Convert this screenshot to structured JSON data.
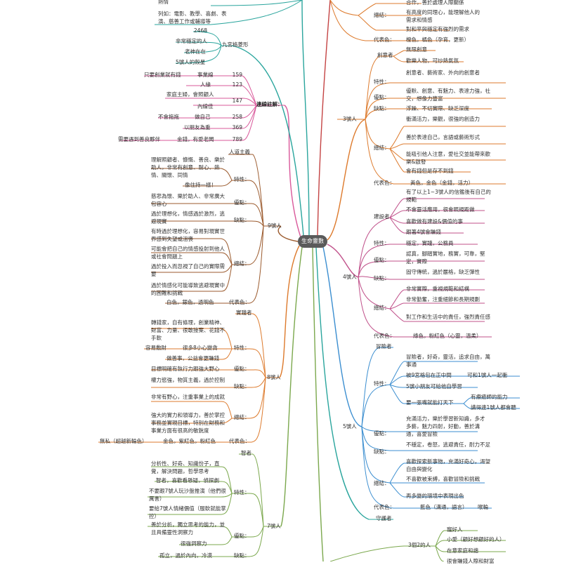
{
  "center": "生命靈數",
  "colors": {
    "teal": "#2aa59d",
    "pink": "#d9589a",
    "brown": "#9b5a2d",
    "orange": "#dd7a2c",
    "green": "#7ba84d",
    "red": "#c44343",
    "magenta": "#c0508a",
    "blue": "#3b8ed0",
    "gray": "#888888"
  },
  "left": {
    "top_texts": {
      "t1": "熱情",
      "t2": "列如：電影、教學、喜劇、表演、慈善工作或輔導等"
    },
    "grid": {
      "label": "九宮格菱形",
      "items": [
        "2468",
        "非常穩定的人",
        "老神在在",
        "5號人的殼星"
      ]
    },
    "notes": {
      "label": "連線註解：",
      "items": [
        {
          "num": "159",
          "name": "事業線",
          "note": "只要創業就有錢"
        },
        {
          "num": "123",
          "name": "人緣",
          "note": ""
        },
        {
          "num": "147",
          "name": "內線佳",
          "note": "家庭主婦，會照顧人"
        },
        {
          "num": "258",
          "name": "做自己",
          "note": "不會拖拖"
        },
        {
          "num": "369",
          "name": "以朋友為重",
          "note": ""
        },
        {
          "num": "789",
          "name": "金錢，有愛老闆",
          "note": "需要遇到善良夥伴"
        }
      ]
    },
    "n9": {
      "label": "9號人",
      "type": "人道主義",
      "trait_label": "特性：",
      "traits": [
        "理解照顧者、慷慨、善良、樂於助人，非常有創意、耐心、熱情、關懷、同情",
        "像住持一樣！"
      ],
      "adv_label": "優點：",
      "adv": [
        "慈悲為懷、樂於助人、非常廣大包容心"
      ],
      "dis_label": "缺點：",
      "dis": [
        "過於理想化，情感過於激烈，逃避現實"
      ],
      "sum_label": "總結：",
      "sum": [
        "有時過於理想化，容易對現實世界感到失望或沮喪",
        "可能會把自己的情感投射到他人或社會問題上",
        "過於投入而忽視了自己的實際需要",
        "過於情感化可能導致逃避現實中的困難和挑戰"
      ],
      "color_label": "代表色：",
      "color_value": "白色，銀色，透明色"
    },
    "n8": {
      "label": "8號人",
      "type": "實踐者",
      "trait_label": "特性：",
      "traits": [
        "轉錢家，自有條理，創業精神、財富、力量、很敢接案、花錢不手軟",
        "很多8小心變貪",
        "容易敷財",
        "做善事，公益會更賺錢"
      ],
      "adv_label": "優點：",
      "adv": [
        "目標明確有執行力跟強大野心"
      ],
      "dis_label": "缺點：",
      "dis": [
        "權力慾強，物質主義，過於控制"
      ],
      "sum_label": "總結：",
      "sum": [
        "非常有野心，注重事業上的成就",
        "強大的實力和領導力，善於掌控事務並實現目標，特別在財務和事業方面有很高的敏銳度"
      ],
      "color_label": "代表色：",
      "color_value": "金色，紫紅色，粉紅色",
      "color_note": "無私（超越新輪色）"
    },
    "n7": {
      "label": "7號人",
      "type": "智者",
      "trait_label": "特性：",
      "traits": [
        "分析性、好奇、知識份子，直覺，解決問題，哲學思考",
        "智者，喜歡看懸疑，偵探劇",
        "不要跟7號人玩沙盤推演（他們很厲害）",
        "要給7號人情緒價值（服軟就能掌控）"
      ],
      "adv_label": "優點：",
      "adv": [
        "善於分析，獨立思考的能力，並且具備靈性洞察力",
        "很強洞察力"
      ],
      "dis_label": "缺點：",
      "dis": [
        "孤立，過於內向，冷漠"
      ]
    }
  },
  "right": {
    "top": {
      "items": [
        "合作，善於處理人際關係",
        "有高度的同理心，能理解他人的需求和情感",
        "對和平與穩定有強烈的需求"
      ],
      "sum_label": "總結：",
      "color_label": "代表色：",
      "color_value": "橙色，橘色（孕育，更新）"
    },
    "n3": {
      "label": "3號人",
      "type": "創意者",
      "type_items": [
        "無限創意",
        "歡樂人物，可炒熱氣氛"
      ],
      "trait_label": "特性：",
      "traits": [
        "創意者、藝術家、外向的創意者"
      ],
      "adv_label": "優點：",
      "adv": [
        "優默、創意、有魅力、表達力強，社交，想像力豐富"
      ],
      "dis_label": "缺點：",
      "dis": [
        "浮躁、不切實際、缺乏深度"
      ],
      "sum_label": "總結：",
      "sum": [
        "衝滿活力，樂觀，很強的創造力",
        "善於表達自己，言語或藝術形式",
        "能吸引他人注意，愛社交並能帶來歡樂&啟發",
        "會有錢但是存不到錢"
      ],
      "color_label": "代表色：",
      "color_value": "黃色，金色（金錢，活力）"
    },
    "n4": {
      "label": "4號人",
      "type": "建設者",
      "type_items": [
        "有了以上1~3號人的信鑑後有自己的規範",
        "不會靈活應用，很會照規距做",
        "喜歡做有建設&價值的事",
        "跟著4號會賺錢"
      ],
      "trait_label": "特性：",
      "traits": [
        "穩定，實踐，公務員"
      ],
      "adv_label": "優點：",
      "adv": [
        "認真，腳踏實地，務實，可靠，堅定，實際"
      ],
      "dis_label": "缺點：",
      "dis": [
        "固守傳統，過於嚴格，缺乏彈性"
      ],
      "sum_label": "總結：",
      "sum": [
        "非常實際，重視規範和結構",
        "非常勤奮，注重細節和長期規劃",
        "對工作和生活中的責任，強烈責任感"
      ],
      "color_label": "代表色：",
      "color_value": "綠色，粉紅色（心靈，溫柔）"
    },
    "n5": {
      "label": "5號人",
      "type": "冒險者",
      "trait_label": "特性：",
      "traits": [
        "冒險者，好奇，靈活，追求自由，萬事通",
        "被9宮格包在正中間",
        "可和1號人一起衝",
        "5號小朋友可給他自學習",
        "要一張嘴就能打天下",
        "有療癒師的能力",
        "講得連1號人都會聽"
      ],
      "adv_label": "優點：",
      "adv": [
        "充滿活力，樂於學習新知識，多才多藝，魅力四射，好動，善於溝通，喜愛冒險"
      ],
      "dis_label": "缺點：",
      "dis": [
        "不穩定，卷怒，逃避責任，耐力不足"
      ],
      "sum_label": "總結：",
      "sum": [
        "喜歡探索新事物，充滿好奇心，渴望自由與變化",
        "不喜歡被束縛，喜歡冒險和挑戰",
        "再多變的環境中表現出色"
      ],
      "color_label": "代表色：",
      "color_value": "藍色（溝通，語言）",
      "color_note": "喉輪"
    },
    "n6": {
      "label": "守護者",
      "sub_label": "3個2的人",
      "items": [
        "寵好人",
        "小愛（顧好想顧好的人）",
        "在意家庭和諧",
        "很會賺錢人際和財富"
      ]
    }
  }
}
